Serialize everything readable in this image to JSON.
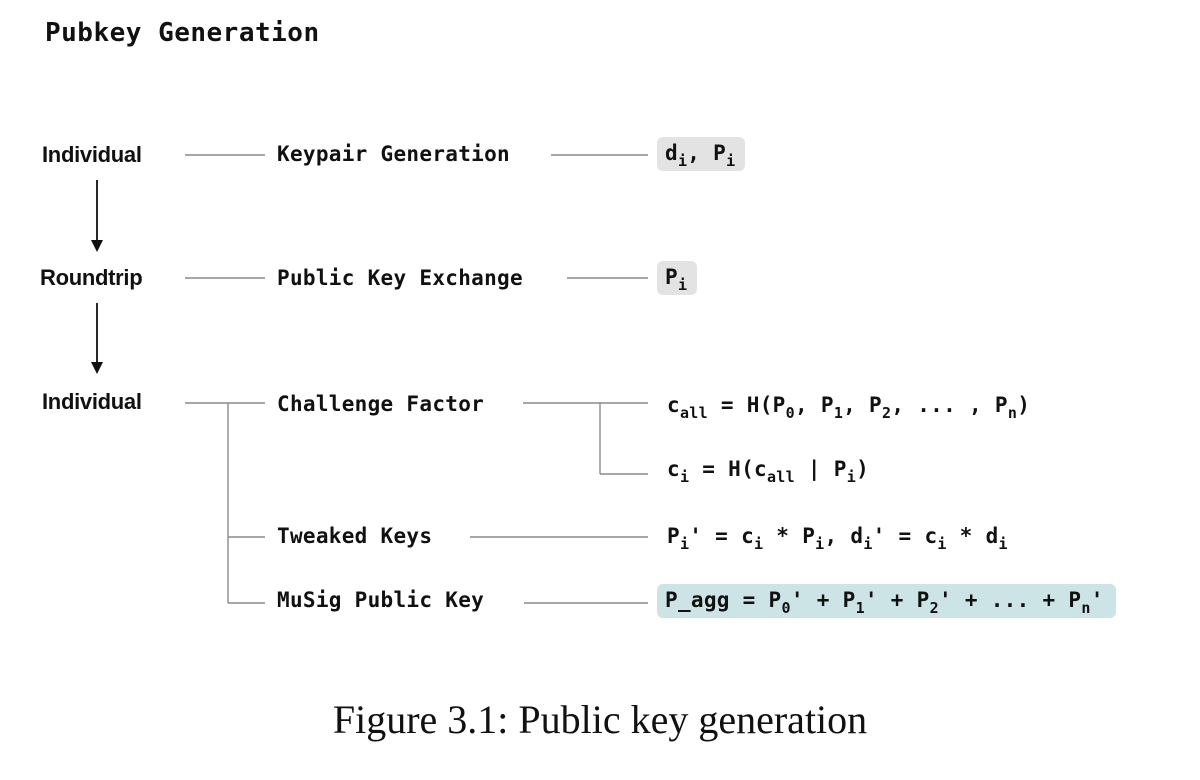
{
  "title": "Pubkey Generation",
  "stages": [
    {
      "label": "Individual"
    },
    {
      "label": "Roundtrip"
    },
    {
      "label": "Individual"
    }
  ],
  "steps": [
    {
      "label": "Keypair Generation"
    },
    {
      "label": "Public Key Exchange"
    },
    {
      "label": "Challenge Factor"
    },
    {
      "label": "Tweaked Keys"
    },
    {
      "label": "MuSig Public Key"
    }
  ],
  "outputs": {
    "keypair": [
      {
        "t": "d"
      },
      {
        "s": "i"
      },
      {
        "t": ", P"
      },
      {
        "s": "i"
      }
    ],
    "exchange": [
      {
        "t": "P"
      },
      {
        "s": "i"
      }
    ],
    "challenge_all": [
      {
        "t": "c"
      },
      {
        "s": "all"
      },
      {
        "t": " = H(P"
      },
      {
        "s": "0"
      },
      {
        "t": ", P"
      },
      {
        "s": "1"
      },
      {
        "t": ", P"
      },
      {
        "s": "2"
      },
      {
        "t": ", ... , P"
      },
      {
        "s": "n"
      },
      {
        "t": ")"
      }
    ],
    "challenge_i": [
      {
        "t": "c"
      },
      {
        "s": "i"
      },
      {
        "t": " =   H(c"
      },
      {
        "s": "all"
      },
      {
        "t": " | P"
      },
      {
        "s": "i"
      },
      {
        "t": ")"
      }
    ],
    "tweaked": [
      {
        "t": "P"
      },
      {
        "s": "i"
      },
      {
        "t": "' = c"
      },
      {
        "s": "i"
      },
      {
        "t": " * P"
      },
      {
        "s": "i"
      },
      {
        "t": ",   d"
      },
      {
        "s": "i"
      },
      {
        "t": "' = c"
      },
      {
        "s": "i"
      },
      {
        "t": " * d"
      },
      {
        "s": "i"
      }
    ],
    "musig": [
      {
        "t": "P_agg = P"
      },
      {
        "s": "0"
      },
      {
        "t": "' + P"
      },
      {
        "s": "1"
      },
      {
        "t": "' + P"
      },
      {
        "s": "2"
      },
      {
        "t": "' + ... + P"
      },
      {
        "s": "n"
      },
      {
        "t": "'"
      }
    ]
  },
  "caption": "Figure 3.1: Public key generation",
  "colors": {
    "line": "#8a8a8a",
    "arrow": "#111111",
    "box_gray": "#e3e3e3",
    "box_blue": "#cde4e6"
  }
}
